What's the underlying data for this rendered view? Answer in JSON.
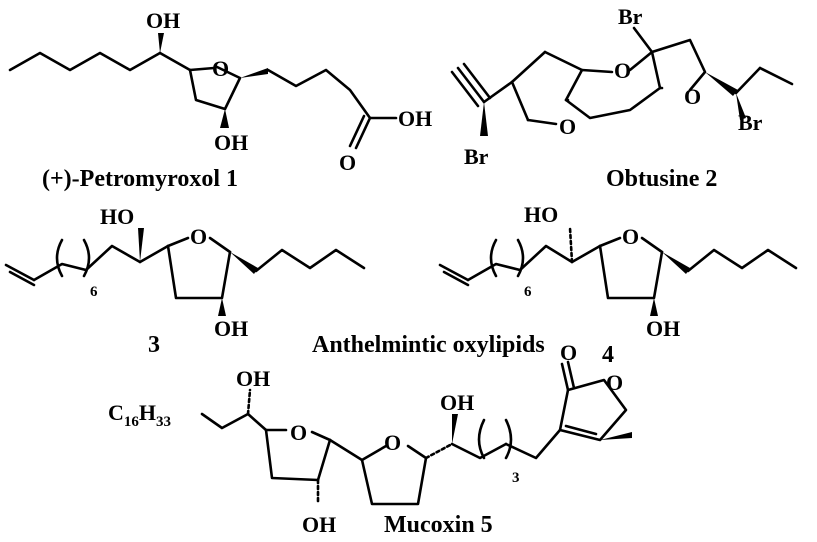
{
  "compounds": [
    {
      "id": "petromyroxol",
      "caption": "(+)-Petromyroxol 1",
      "labels": {
        "oh_top": "OH",
        "ring_o": "O",
        "oh_ring": "OH",
        "acid_o": "O",
        "acid_oh": "OH"
      }
    },
    {
      "id": "obtusine",
      "caption": "Obtusine 2",
      "labels": {
        "br_top": "Br",
        "o1": "O",
        "o2": "O",
        "o3": "O",
        "br_right": "Br",
        "br_left": "Br"
      }
    },
    {
      "id": "oxylipid3",
      "caption": "3",
      "labels": {
        "ho": "HO",
        "ring_o": "O",
        "oh": "OH",
        "repeat": "6"
      }
    },
    {
      "id": "oxylipid4",
      "caption": "4",
      "labels": {
        "ho": "HO",
        "ring_o": "O",
        "oh": "OH",
        "repeat": "6"
      }
    },
    {
      "id": "mucoxin",
      "caption": "Mucoxin 5",
      "labels": {
        "oh_left": "OH",
        "o_ring1": "O",
        "oh_bottom": "OH",
        "o_ring2": "O",
        "oh_mid": "OH",
        "repeat": "3",
        "lactone_o1": "O",
        "lactone_o2": "O",
        "chain_c": "C",
        "chain_c_sub": "16",
        "chain_h": "H",
        "chain_h_sub": "33"
      }
    }
  ],
  "group_caption": "Anthelmintic oxylipids"
}
